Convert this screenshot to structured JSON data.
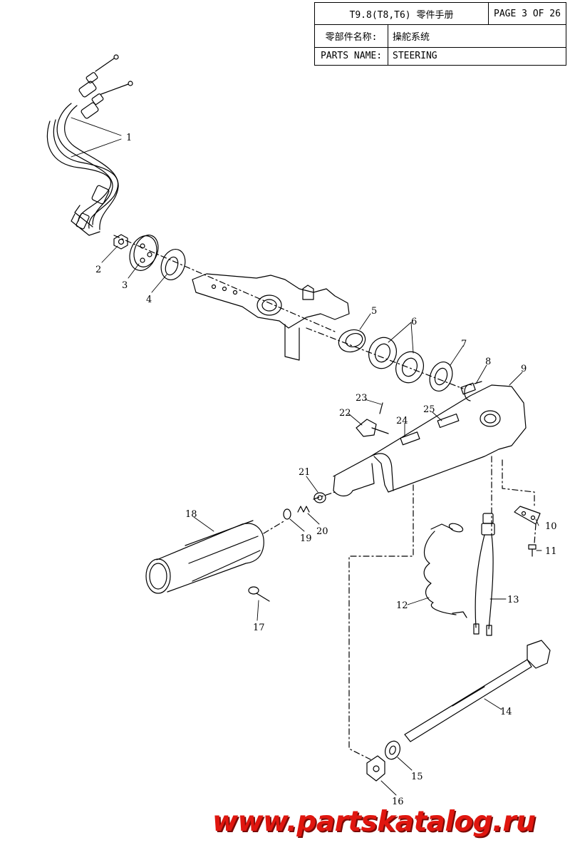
{
  "title_block": {
    "model": "T9.8(T8,T6) 零件手册",
    "page": "PAGE 3 OF 26",
    "cn_name_label": "零部件名称:",
    "cn_name_value": "操舵系统",
    "en_name_label": "PARTS NAME:",
    "en_name_value": "STEERING"
  },
  "callouts": [
    "1",
    "2",
    "3",
    "4",
    "5",
    "6",
    "7",
    "8",
    "9",
    "10",
    "11",
    "12",
    "13",
    "14",
    "15",
    "16",
    "17",
    "18",
    "19",
    "20",
    "21",
    "22",
    "23",
    "24",
    "25"
  ],
  "watermark": "www.partskatalog.ru",
  "colors": {
    "line": "#000000",
    "watermark": "#e0160f"
  }
}
